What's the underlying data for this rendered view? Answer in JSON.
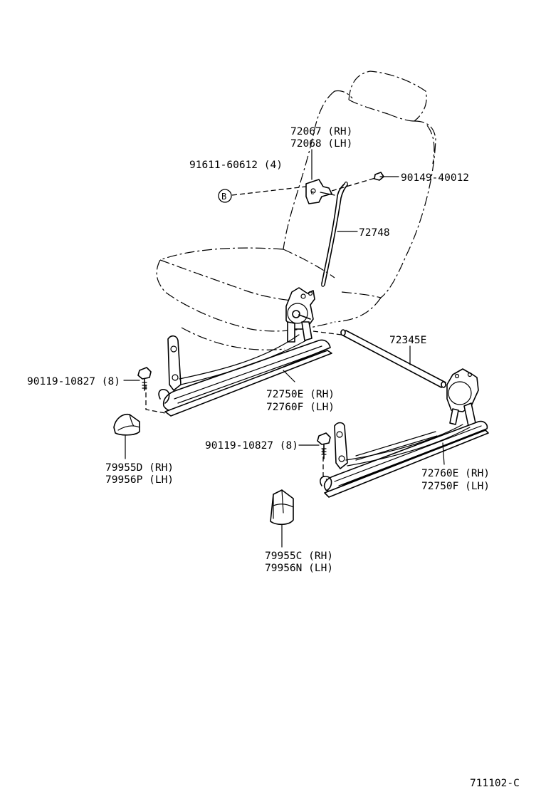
{
  "labels": {
    "recliner_rh": "72067 (RH)",
    "recliner_lh": "72068 (LH)",
    "screw": "91611-60612 (4)",
    "ref_b": "B",
    "clip": "90149-40012",
    "rod": "72748",
    "bar": "72345E",
    "bolt_left": "90119-10827 (8)",
    "track_left_rh": "72750E (RH)",
    "track_left_lh": "72760F (LH)",
    "bolt_right": "90119-10827 (8)",
    "cover_a_rh": "79955D (RH)",
    "cover_a_lh": "79956P (LH)",
    "track_right_rh": "72760E (RH)",
    "track_right_lh": "72750F (LH)",
    "cover_b_rh": "79955C (RH)",
    "cover_b_lh": "79956N (LH)",
    "figure_id": "711102-C"
  }
}
